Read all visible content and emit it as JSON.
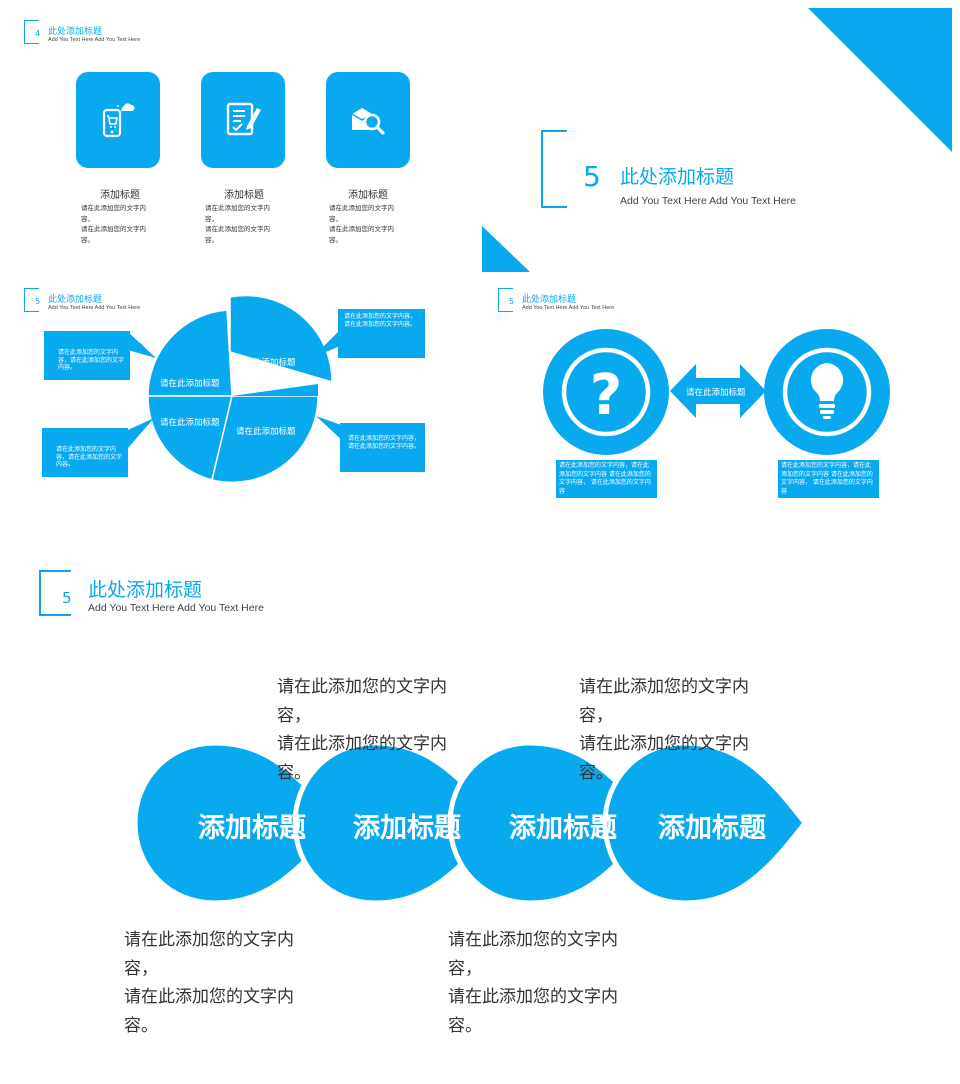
{
  "colors": {
    "accent": "#09A9EF",
    "text": "#333333",
    "background": "#FFFFFF"
  },
  "slide_a": {
    "header": {
      "number": "4",
      "title": "此处添加标题",
      "subtitle": "Add You Text Here Add You Text Here"
    },
    "items": [
      {
        "icon": "phone-cart-icon",
        "label": "添加标题",
        "text": [
          "请在此添加您的文字内容，",
          "请在此添加您的文字内容。"
        ]
      },
      {
        "icon": "document-edit-icon",
        "label": "添加标题",
        "text": [
          "请在此添加您的文字内容，",
          "请在此添加您的文字内容。"
        ]
      },
      {
        "icon": "box-search-icon",
        "label": "添加标题",
        "text": [
          "请在此添加您的文字内容，",
          "请在此添加您的文字内容。"
        ]
      }
    ]
  },
  "slide_b": {
    "header": {
      "number": "5",
      "title": "此处添加标题",
      "subtitle": "Add You Text Here Add You Text Here"
    }
  },
  "slide_c": {
    "header": {
      "number": "5",
      "title": "此处添加标题",
      "subtitle": "Add You Text Here Add You Text Here"
    },
    "pie_labels": [
      "请在此添加标题",
      "请在此添加标题",
      "请在此添加标题",
      "请在此添加标题"
    ],
    "callouts": [
      "请在此添加您的文字内容，请在此添加您的文字内容。",
      "请在此添加您的文字内容，请在此添加您的文字内容。",
      "请在此添加您的文字内容，请在此添加您的文字内容。",
      "请在此添加您的文字内容，请在此添加您的文字内容。"
    ]
  },
  "slide_d": {
    "header": {
      "number": "5",
      "title": "此处添加标题",
      "subtitle": "Add You Text Here Add You Text Here"
    },
    "arrow_label": "请在此添加标题",
    "left_icon": "question-mark-icon",
    "right_icon": "lightbulb-icon",
    "left_text": "请在此添加您的文字内容，请在此添加您的文字内容 请在此添加您的文字内容， 请在此添加您的文字内容",
    "right_text": "请在此添加您的文字内容，请在此添加您的文字内容 请在此添加您的文字内容， 请在此添加您的文字内容"
  },
  "slide_e": {
    "header": {
      "number": "5",
      "title": "此处添加标题",
      "subtitle": "Add You Text Here Add You Text Here"
    },
    "shape_labels": [
      "添加标题",
      "添加标题",
      "添加标题",
      "添加标题"
    ],
    "texts_top": [
      [
        "请在此添加您的文字内",
        "容，",
        "请在此添加您的文字内",
        "容。"
      ],
      [
        "请在此添加您的文字内",
        "容，",
        "请在此添加您的文字内",
        "容。"
      ]
    ],
    "texts_bottom": [
      [
        "请在此添加您的文字内",
        "容，",
        "请在此添加您的文字内",
        "容。"
      ],
      [
        "请在此添加您的文字内",
        "容，",
        "请在此添加您的文字内",
        "容。"
      ]
    ]
  }
}
